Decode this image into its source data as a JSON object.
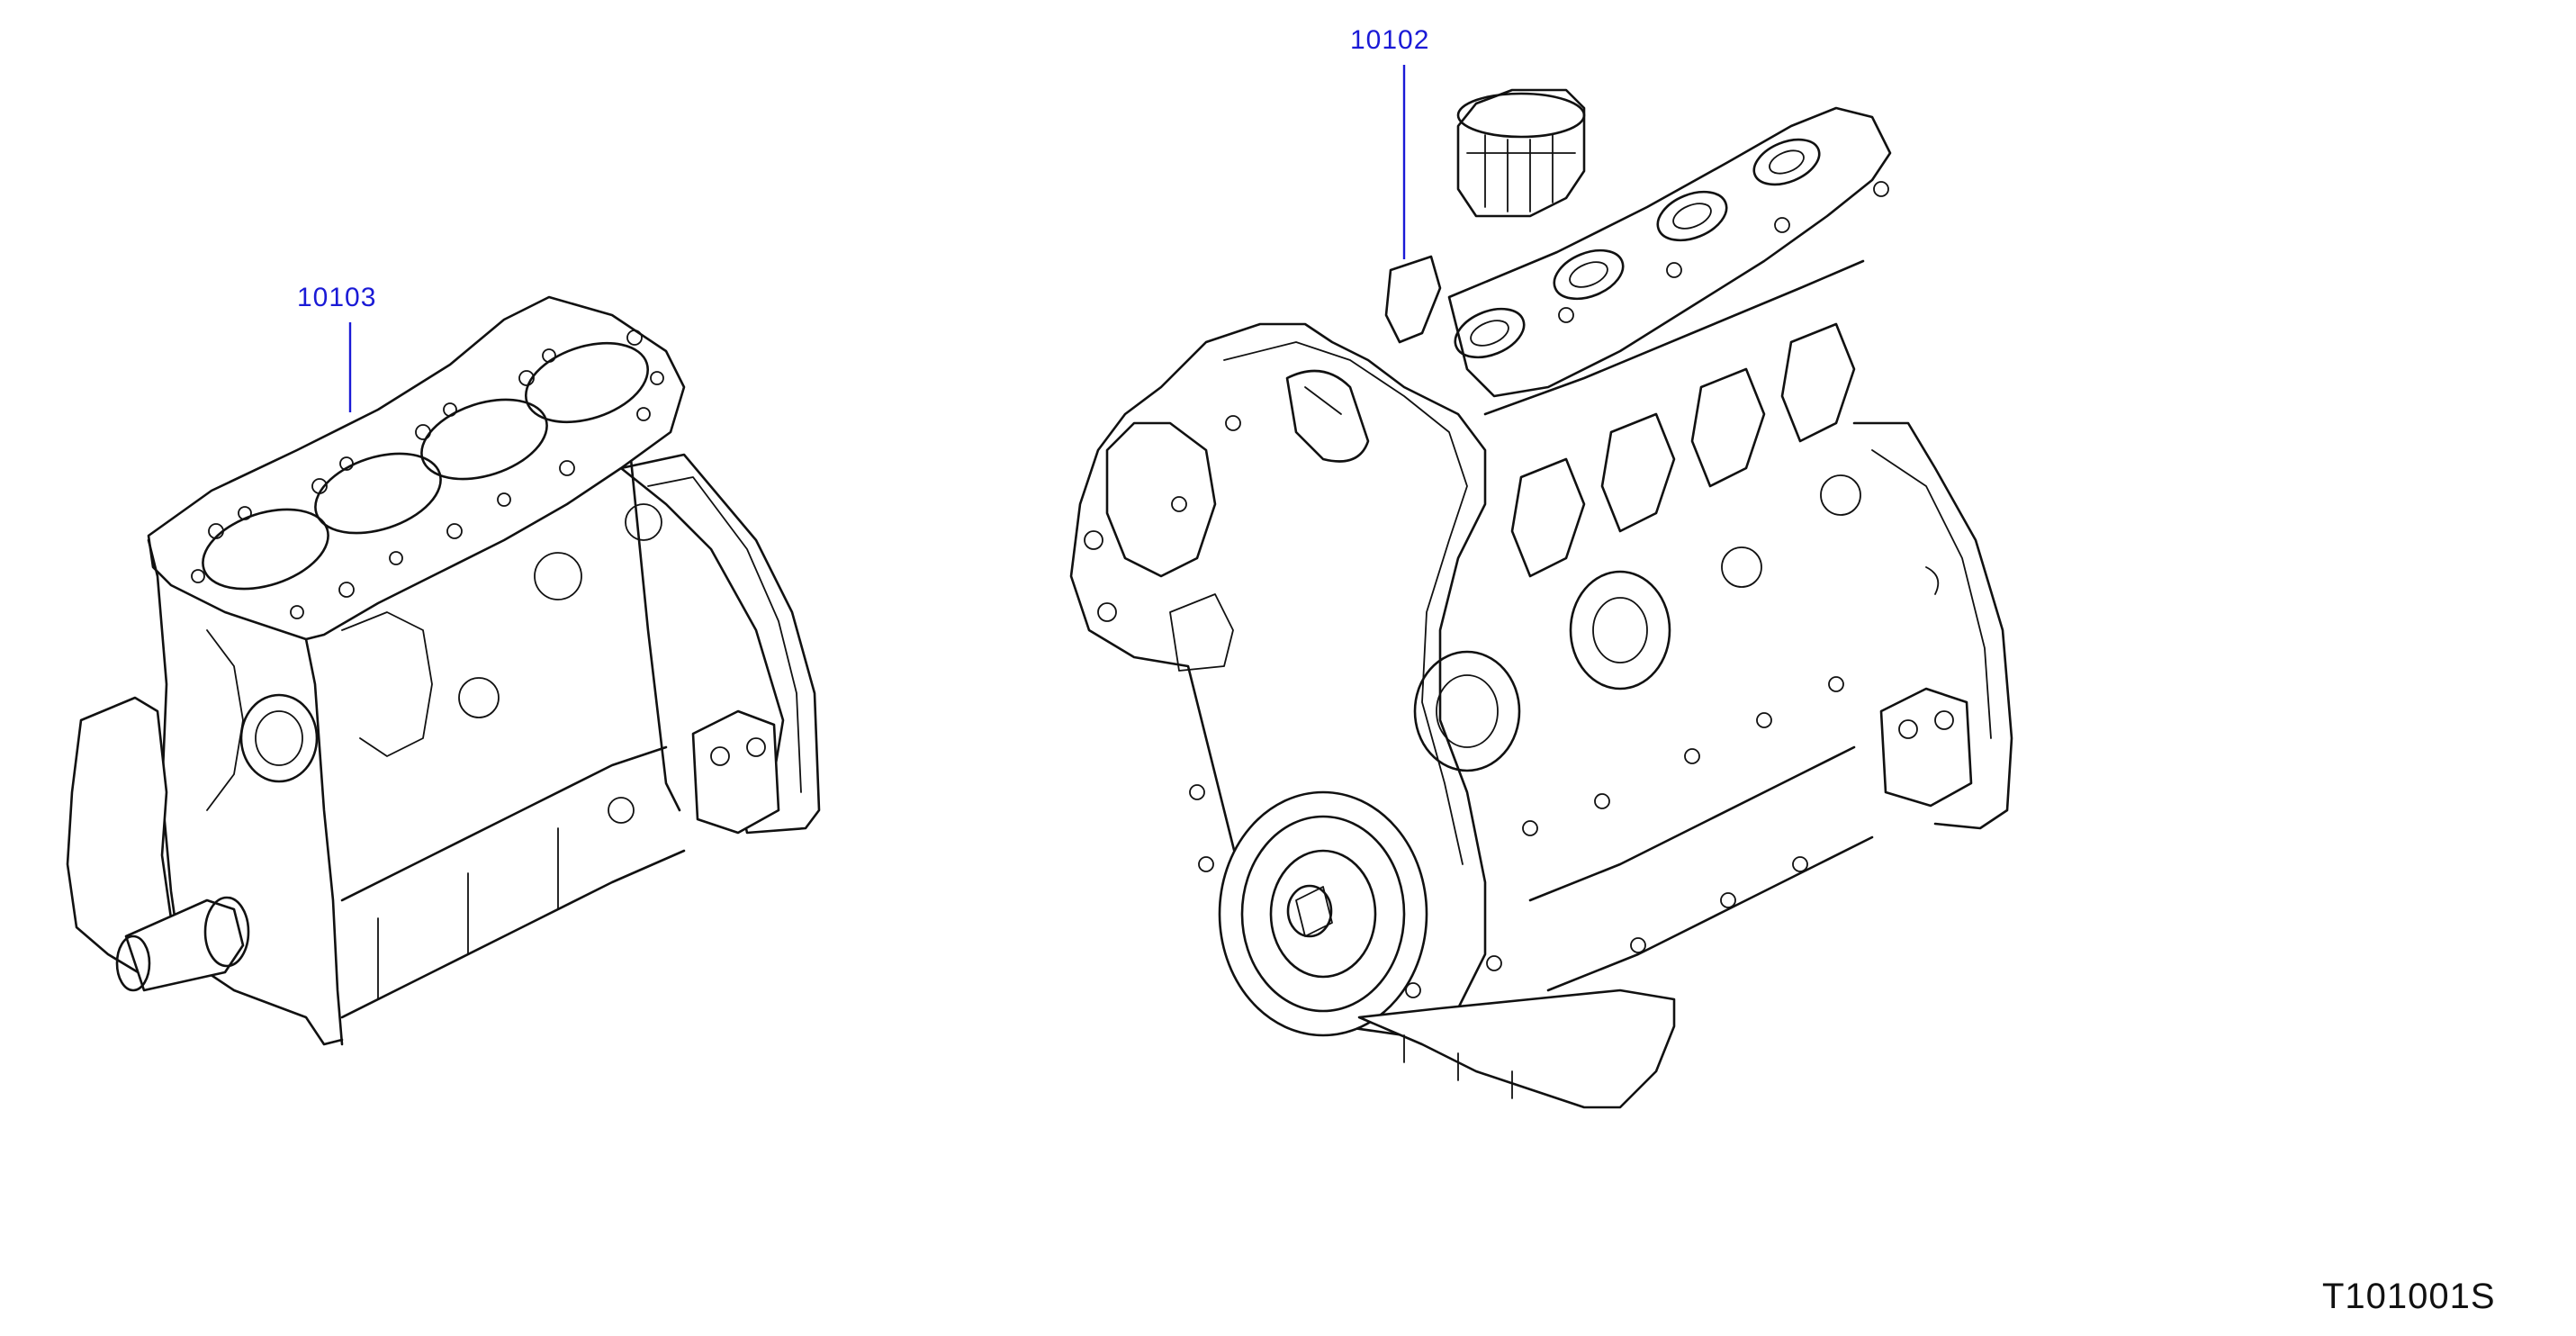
{
  "callouts": [
    {
      "label": "10103",
      "part": "short-block-assembly"
    },
    {
      "label": "10102",
      "part": "bare-engine-assembly"
    }
  ],
  "diagram_code": "T101001S",
  "colors": {
    "callout_text": "#1a1ad6",
    "line_art": "#111111",
    "background": "#ffffff"
  }
}
